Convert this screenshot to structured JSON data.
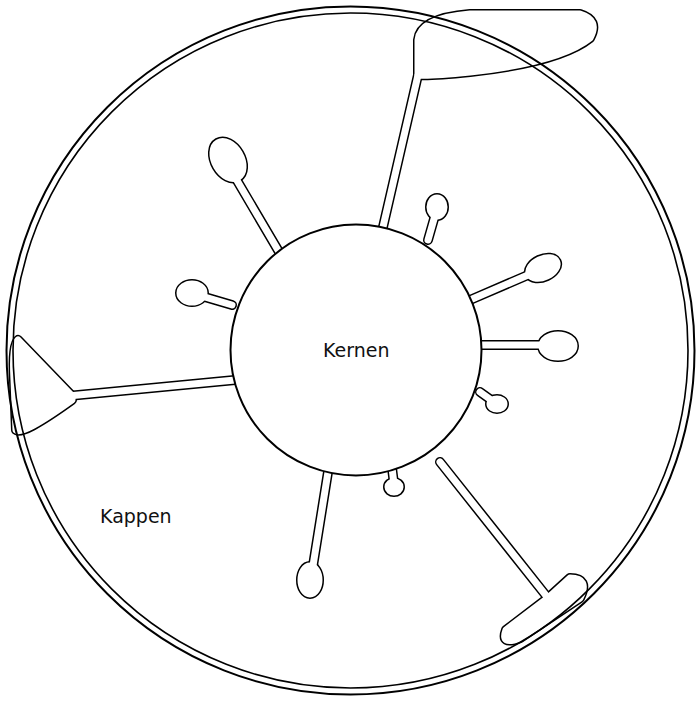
{
  "diagram": {
    "nodes": [
      {
        "text": [
          "Kappen"
        ]
      },
      {
        "text": [
          "Kernen"
        ],
        "in": 0
      }
    ]
  }
}
